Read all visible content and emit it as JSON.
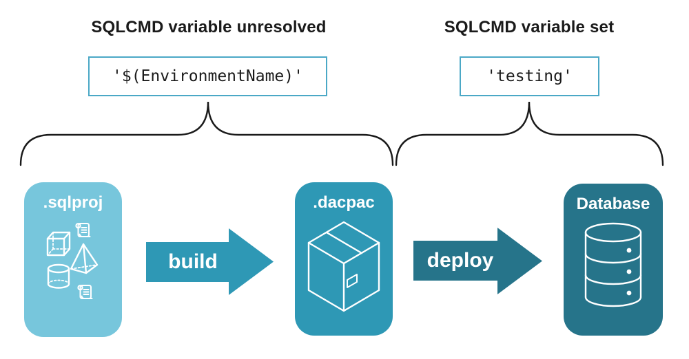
{
  "annotations": {
    "unresolved": {
      "heading": "SQLCMD variable unresolved",
      "value": "'$(EnvironmentName)'"
    },
    "set": {
      "heading": "SQLCMD variable set",
      "value": "'testing'"
    }
  },
  "stages": [
    {
      "label": ".sqlproj",
      "fill": "#77C6DC",
      "icon": "sql-objects-icon"
    },
    {
      "label": ".dacpac",
      "fill": "#2E98B5",
      "icon": "package-icon"
    },
    {
      "label": "Database",
      "fill": "#26748A",
      "icon": "database-icon"
    }
  ],
  "arrows": [
    {
      "label": "build",
      "fill": "#2E98B5"
    },
    {
      "label": "deploy",
      "fill": "#26748A"
    }
  ],
  "colors": {
    "background": "#FFFFFF",
    "text": "#1a1a1a",
    "code_box_border": "#4BA8C6",
    "brace_stroke": "#1a1a1a",
    "icon_stroke": "#FFFFFF"
  }
}
